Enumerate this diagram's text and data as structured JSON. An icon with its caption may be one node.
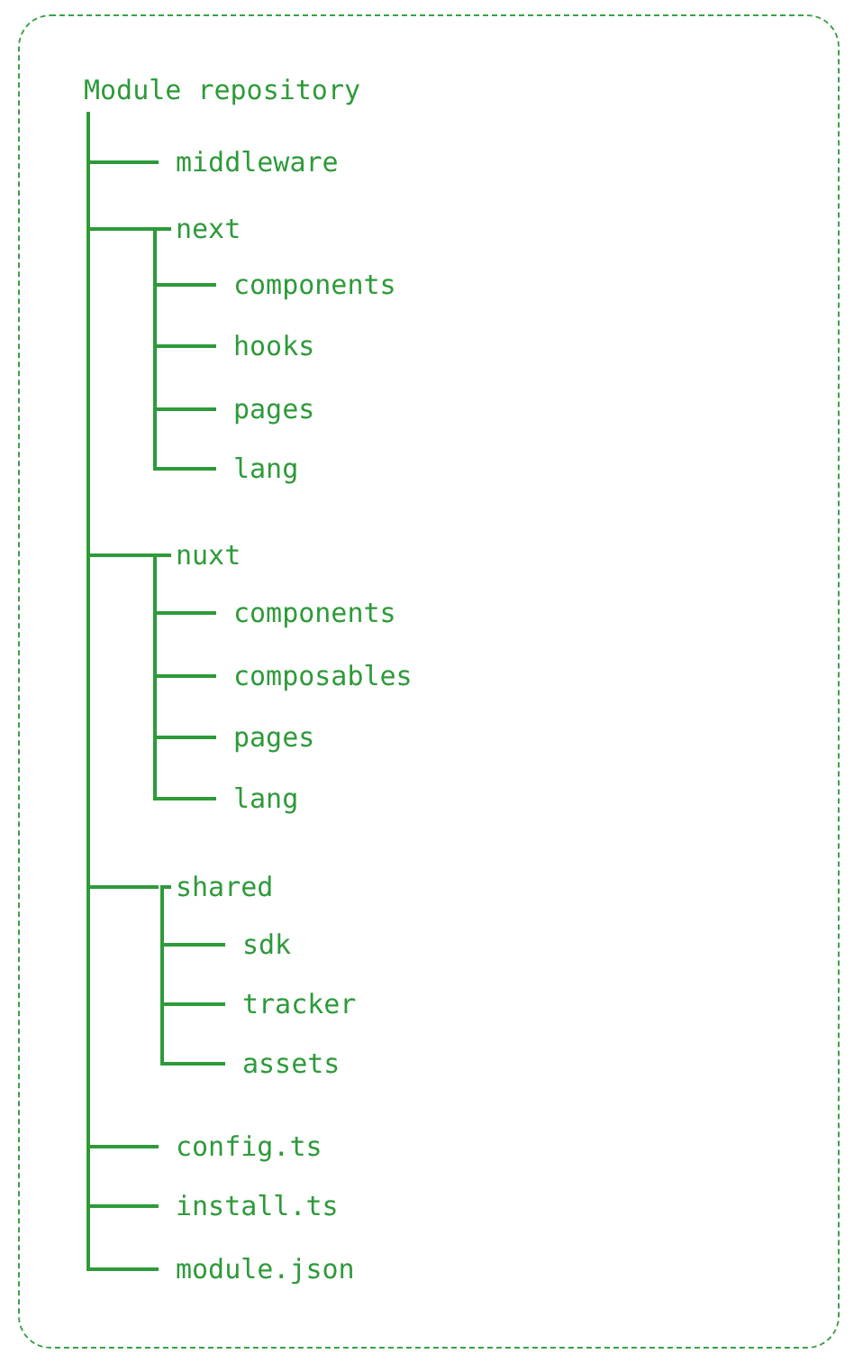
{
  "diagram": {
    "nodes": [
      {
        "text": [
          "Module repository"
        ]
      },
      {
        "text": [
          "middleware"
        ],
        "in": 0
      },
      {
        "text": [
          "next"
        ],
        "in": 0
      },
      {
        "text": [
          "components"
        ],
        "in": 0
      },
      {
        "text": [
          "hooks"
        ],
        "in": 0
      },
      {
        "text": [
          "pages"
        ],
        "in": 0
      },
      {
        "text": [
          "lang"
        ],
        "in": 0
      },
      {
        "text": [
          "nuxt"
        ],
        "in": 0
      },
      {
        "text": [
          "components"
        ],
        "in": 0
      },
      {
        "text": [
          "composables"
        ],
        "in": 0
      },
      {
        "text": [
          "pages"
        ],
        "in": 0
      },
      {
        "text": [
          "lang"
        ],
        "in": 0
      },
      {
        "text": [
          "shared"
        ],
        "in": 0
      },
      {
        "text": [
          "sdk"
        ],
        "in": 0
      },
      {
        "text": [
          "tracker"
        ],
        "in": 0
      },
      {
        "text": [
          "assets"
        ],
        "in": 0
      },
      {
        "text": [
          "config.ts"
        ],
        "in": 0
      },
      {
        "text": [
          "install.ts"
        ],
        "in": 0
      },
      {
        "text": [
          "module.json"
        ],
        "in": 0
      }
    ],
    "edges": [
      {
        "from": 0,
        "to": 1,
        "arrow": "none"
      },
      {
        "from": 0,
        "to": 2,
        "arrow": "none"
      },
      {
        "from": 2,
        "to": 3,
        "arrow": "none"
      },
      {
        "from": 2,
        "to": 4,
        "arrow": "none"
      },
      {
        "from": 2,
        "to": 5,
        "arrow": "none"
      },
      {
        "from": 2,
        "to": 6,
        "arrow": "none"
      },
      {
        "from": 0,
        "to": 7,
        "arrow": "none"
      },
      {
        "from": 7,
        "to": 8,
        "arrow": "none"
      },
      {
        "from": 7,
        "to": 9,
        "arrow": "none"
      },
      {
        "from": 7,
        "to": 10,
        "arrow": "none"
      },
      {
        "from": 7,
        "to": 11,
        "arrow": "none"
      },
      {
        "from": 0,
        "to": 12,
        "arrow": "none"
      },
      {
        "from": 12,
        "to": 13,
        "arrow": "none"
      },
      {
        "from": 12,
        "to": 14,
        "arrow": "none"
      },
      {
        "from": 12,
        "to": 15,
        "arrow": "none"
      },
      {
        "from": 0,
        "to": 16,
        "arrow": "none"
      },
      {
        "from": 0,
        "to": 17,
        "arrow": "none"
      },
      {
        "from": 0,
        "to": 18,
        "arrow": "none"
      }
    ]
  }
}
